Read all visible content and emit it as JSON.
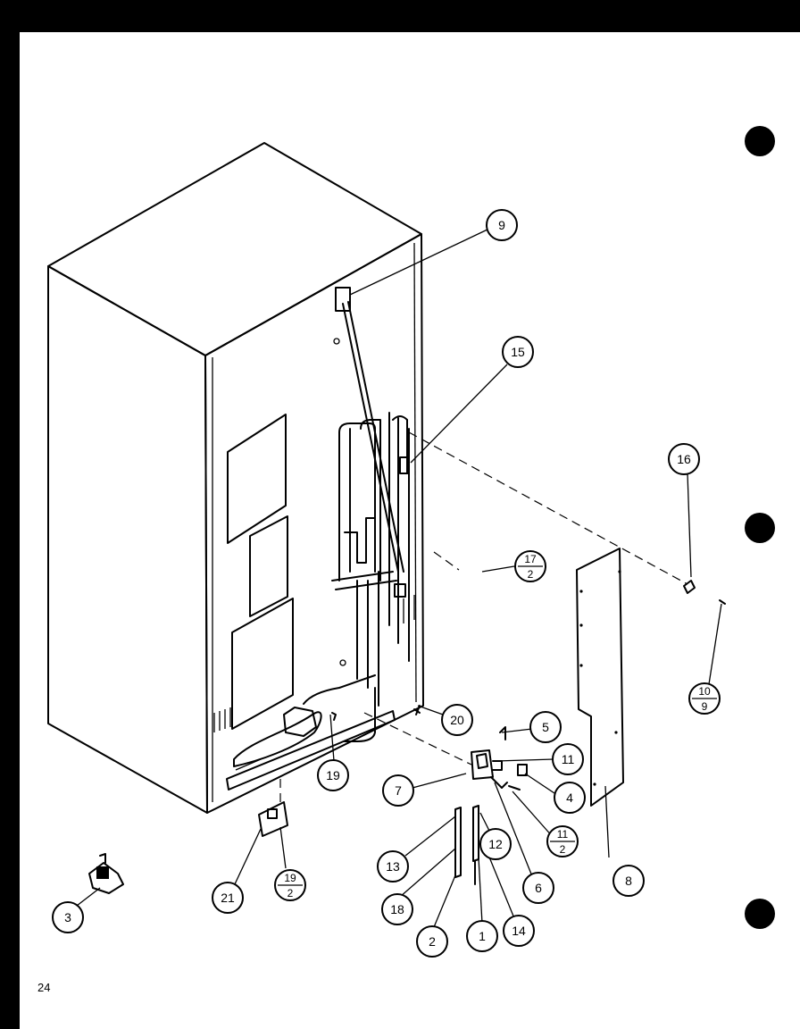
{
  "page_number": "24",
  "callouts": {
    "c9": "9",
    "c15": "15",
    "c16": "16",
    "c17": {
      "top": "17",
      "bottom": "2"
    },
    "c10": {
      "top": "10",
      "bottom": "9"
    },
    "c20": "20",
    "c5": "5",
    "c11": "11",
    "c4": "4",
    "c11b": {
      "top": "11",
      "bottom": "2"
    },
    "c7": "7",
    "c19": "19",
    "c8": "8",
    "c13": "13",
    "c12": "12",
    "c6": "6",
    "c18": "18",
    "c3": "3",
    "c21": "21",
    "c19b": {
      "top": "19",
      "bottom": "2"
    },
    "c2": "2",
    "c1": "1",
    "c14": "14"
  }
}
